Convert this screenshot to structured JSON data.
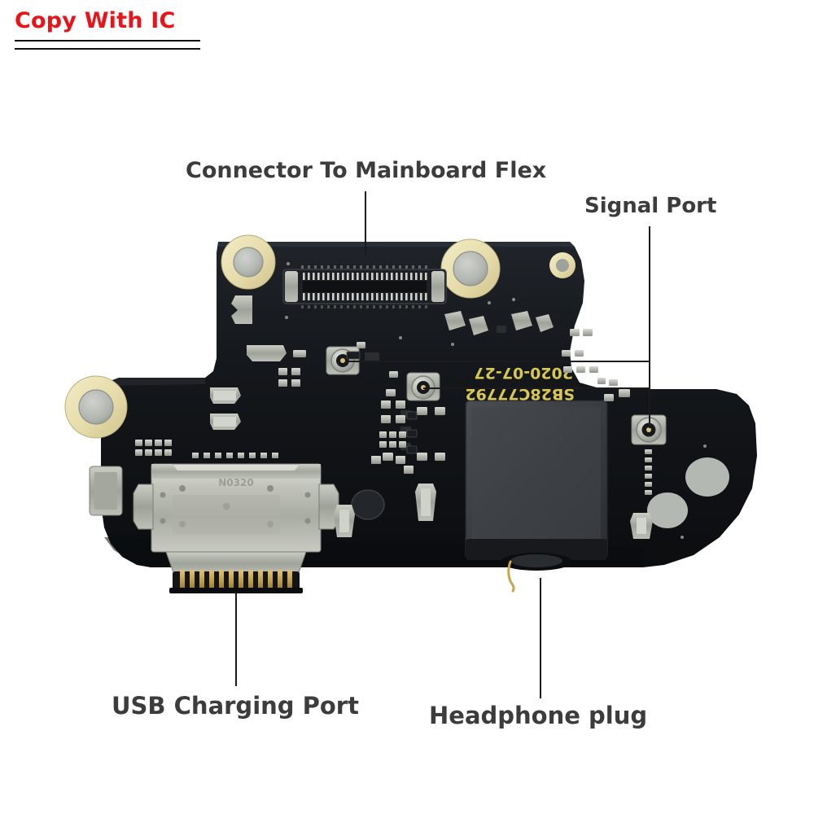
{
  "watermark": {
    "text": "Copy With IC",
    "color": "#e8141a"
  },
  "callouts": {
    "connector_to_mainboard_flex": "Connector To Mainboard Flex",
    "signal_port": "Signal Port",
    "usb_charging_port": "USB Charging Port",
    "headphone_plug": "Headphone plug"
  },
  "board": {
    "silkscreen_part_number": "SB28C77792",
    "silkscreen_date_code": "2020-07-27",
    "usb_connector_marking": "N0320",
    "colors": {
      "pcb_solder_mask": "#16191c",
      "pcb_solder_mask_dark": "#0c0e10",
      "gold_pad": "#e8e0b4",
      "gold_pad_ring": "#d8cf9a",
      "hole_fill": "#b9bdb8",
      "metal_shield": "#b9bcb4",
      "metal_shield_light": "#d5d7cf",
      "gold_pin": "#c9a84c",
      "silkscreen_yellow": "#d8c851",
      "headphone_jack": "#3b3f42",
      "test_pad_grey": "#b4b8b2",
      "background": "#ffffff"
    }
  }
}
